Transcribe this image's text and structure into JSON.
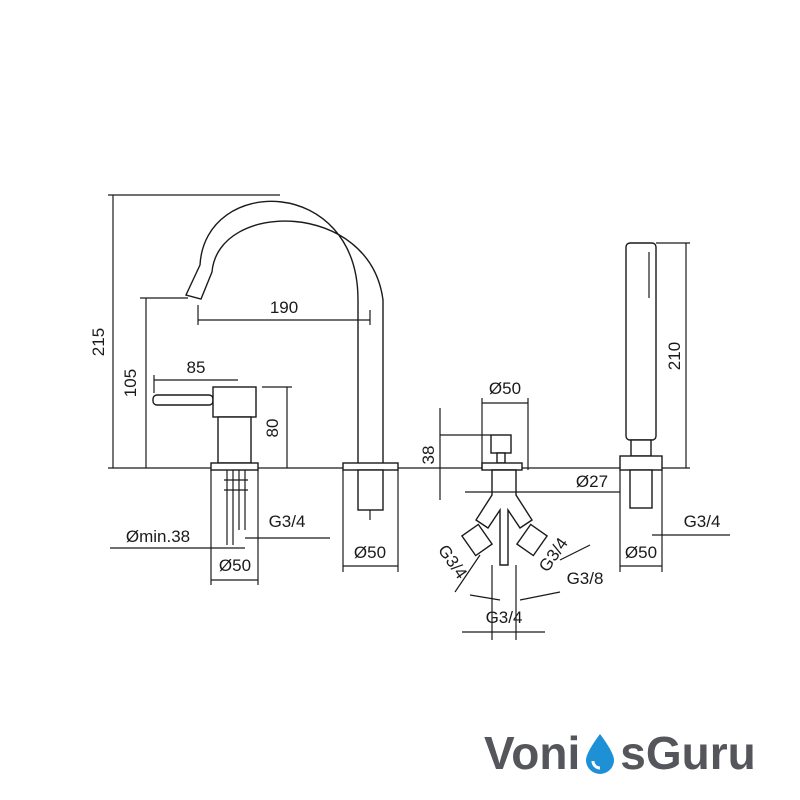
{
  "labels": {
    "h215": "215",
    "w190": "190",
    "h105": "105",
    "w85": "85",
    "h80": "80",
    "h210": "210",
    "d50_top": "Ø50",
    "h38": "38",
    "d27": "Ø27",
    "dmin38": "Ømin.38",
    "g34_left": "G3/4",
    "d50_left": "Ø50",
    "d50_mid": "Ø50",
    "g34_diag_left": "G3/4",
    "g34_diag_right": "G3/4",
    "g38": "G3/8",
    "g34_bottom": "G3/4",
    "g34_right": "G3/4",
    "d50_right": "Ø50"
  },
  "logo": {
    "part1": "Voni",
    "part2": "sGuru",
    "color": "#54565b",
    "drop_color": "#1e90d6"
  }
}
